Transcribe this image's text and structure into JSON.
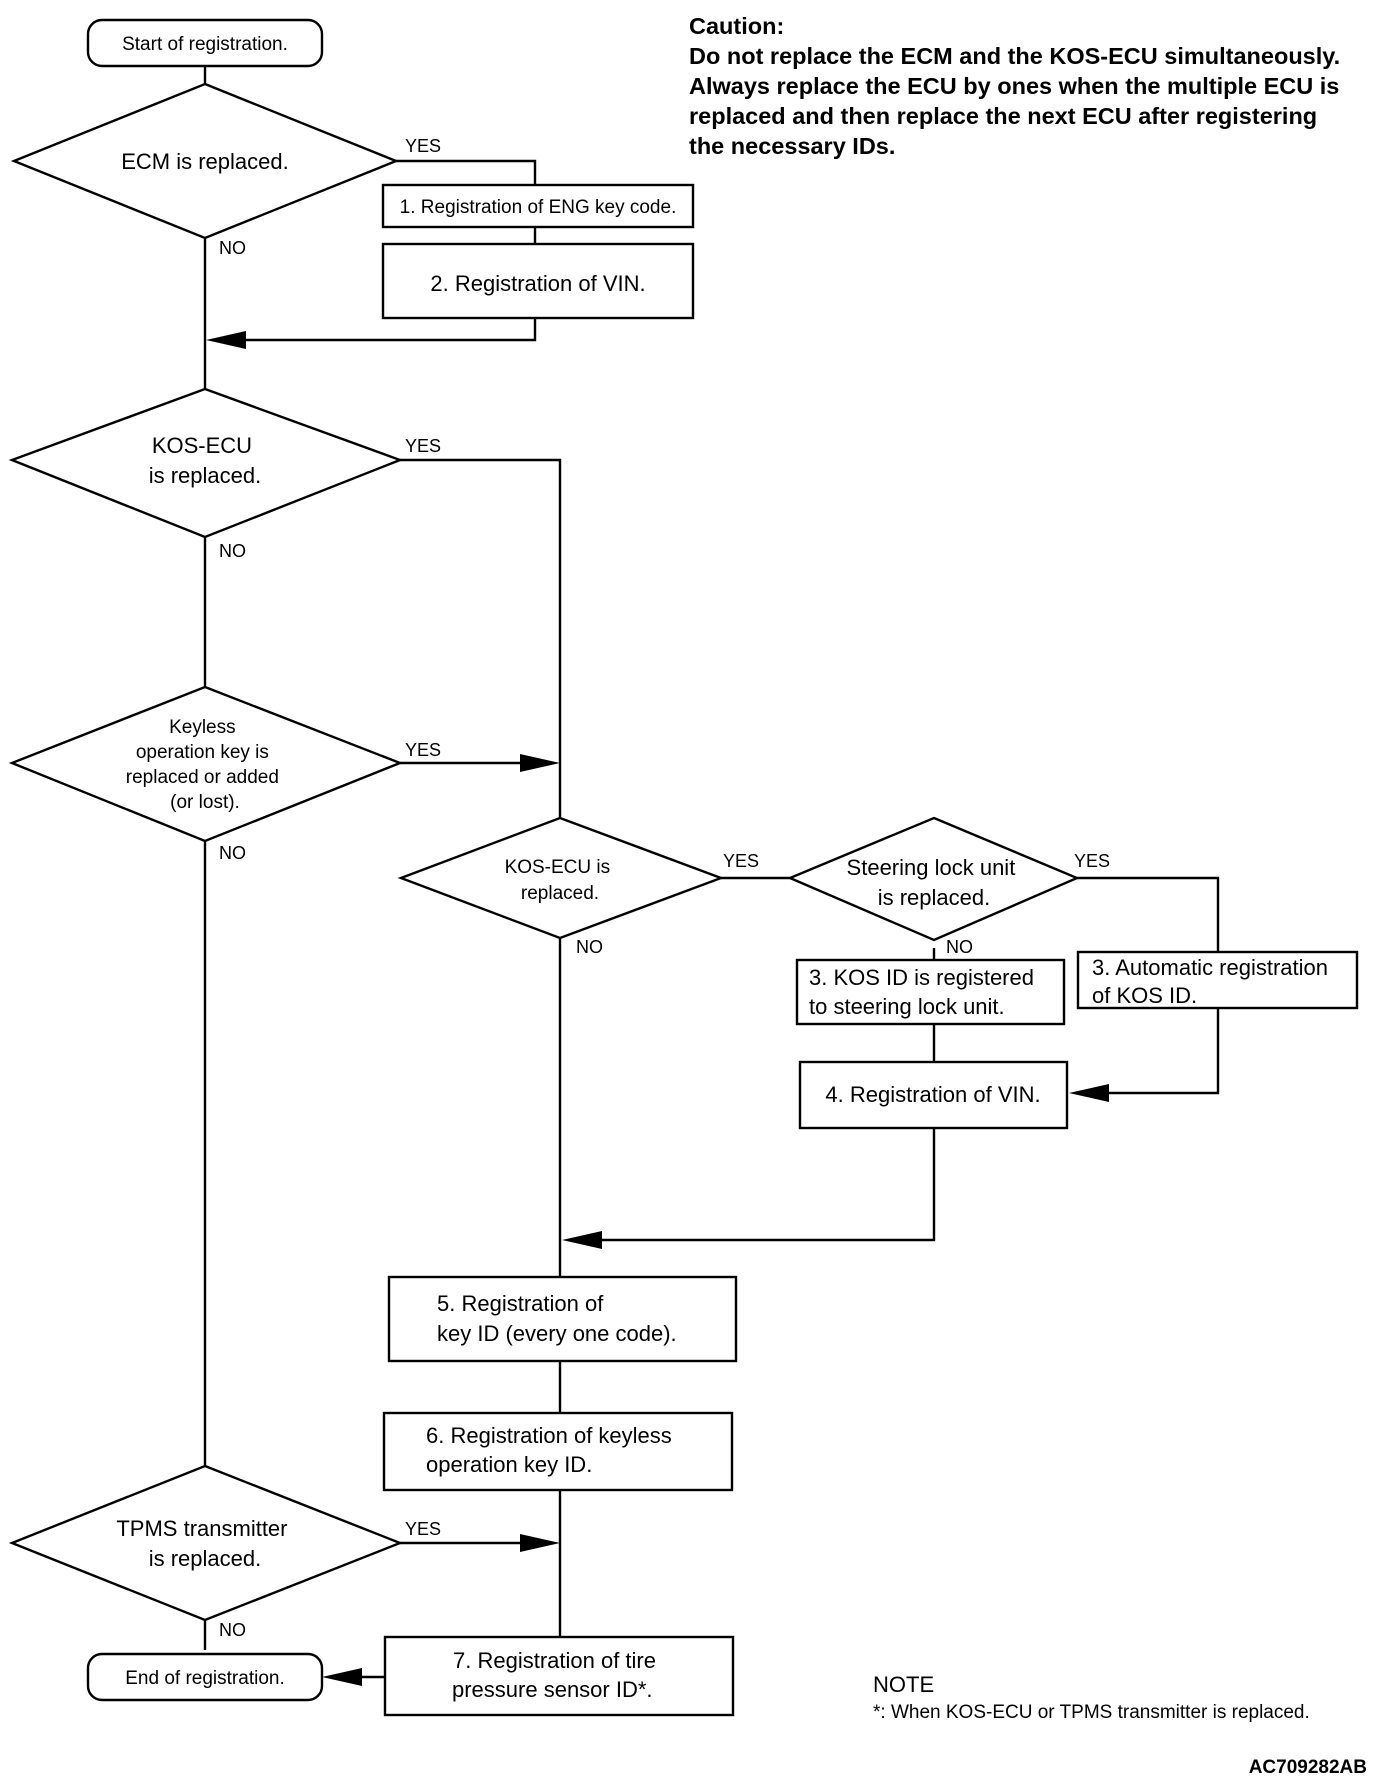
{
  "caution": {
    "heading": "Caution:",
    "lines": [
      "Do not replace the ECM and the KOS-ECU simultaneously.",
      "Always replace the ECU by ones when the multiple ECU is",
      "replaced and then replace the next ECU after registering",
      "the necessary IDs."
    ]
  },
  "terminals": {
    "start": "Start of registration.",
    "end": "End of registration."
  },
  "decisions": {
    "ecm_replaced": [
      "ECM is replaced."
    ],
    "kos_ecu_replaced": [
      "KOS-ECU",
      "is replaced."
    ],
    "key_replaced": [
      "Keyless",
      "operation key is",
      "replaced or added",
      "(or lost)."
    ],
    "kos_ecu_replaced_2": [
      "KOS-ECU is",
      "replaced."
    ],
    "steering_lock_replaced": [
      "Steering lock unit",
      "is replaced."
    ],
    "tpms_replaced": [
      "TPMS transmitter",
      "is replaced."
    ]
  },
  "steps": {
    "s1": [
      "1. Registration of ENG key code."
    ],
    "s2": [
      "2. Registration of VIN."
    ],
    "s3a": [
      "3. KOS ID is registered",
      "to steering lock unit."
    ],
    "s3b": [
      "3. Automatic registration",
      "of KOS ID."
    ],
    "s4": [
      "4. Registration of VIN."
    ],
    "s5": [
      "5. Registration of",
      "key ID (every one code)."
    ],
    "s6": [
      "6. Registration of keyless",
      "operation key ID."
    ],
    "s7": [
      "7. Registration of tire",
      "pressure sensor ID*."
    ]
  },
  "branch_labels": {
    "yes": "YES",
    "no": "NO"
  },
  "note": {
    "heading": "NOTE",
    "text": "*: When KOS-ECU or TPMS transmitter is replaced."
  },
  "figure_code": "AC709282AB"
}
